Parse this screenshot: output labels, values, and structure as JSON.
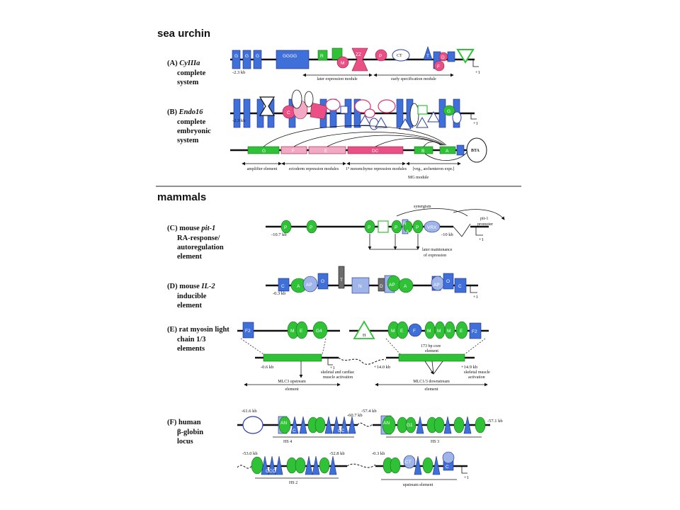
{
  "headers": {
    "sea_urchin": "sea urchin",
    "mammals": "mammals"
  },
  "panels": {
    "A": {
      "letter": "(A)",
      "gene": "CyIIIa",
      "desc_lines": [
        "complete",
        "system"
      ],
      "coord_left": "-2.3 kb",
      "tss": "+1",
      "modules": [
        "later expression module",
        "early specification module"
      ],
      "site_labels": [
        "G",
        "G",
        "G",
        "GGGG",
        "R",
        "M",
        "ZZ",
        "P",
        "CT",
        "T",
        "D",
        "F"
      ]
    },
    "B": {
      "letter": "(B)",
      "gene": "Endo16",
      "desc_lines": [
        "complete",
        "embryonic",
        "system"
      ],
      "coord_left": "-2.3 kb",
      "tss": "+1",
      "segments": [
        "G",
        "F",
        "E",
        "DC",
        "B",
        "A"
      ],
      "bta": "BTA",
      "modules": [
        "amplifier element",
        "ectoderm repression modules",
        "1° mesenchyme repression modules",
        "[veg., archenteron expr.]"
      ],
      "mg_module": "MG module",
      "site_labels": [
        "C",
        "G",
        "Gt"
      ]
    },
    "C": {
      "letter": "(C)",
      "gene": "pit-1",
      "prefix": "mouse",
      "desc_lines": [
        "RA-response/",
        "autoregulation",
        "element"
      ],
      "coord_left": "-10.7 kb",
      "coord_right": "-10 kb",
      "synergism": "synergism",
      "promoter": [
        "pit-1",
        "promoter"
      ],
      "tss": "+1",
      "maintenance": [
        "later maintenance",
        "of expression"
      ],
      "site_labels": [
        "P",
        "P",
        "P",
        "P",
        "R",
        "A",
        "P",
        "VRX"
      ]
    },
    "D": {
      "letter": "(D)",
      "gene": "IL-2",
      "prefix": "mouse",
      "desc_lines": [
        "inducible",
        "element"
      ],
      "coord_left": "-0.3 kb",
      "tss": "+1",
      "site_labels": [
        "C",
        "A",
        "AP",
        "O",
        "T",
        "N",
        "D",
        "AP",
        "A",
        "AP",
        "O",
        "C"
      ]
    },
    "E": {
      "letter": "(E)",
      "title_rest": "rat myosin light",
      "desc_lines": [
        "chain 1/3",
        "elements"
      ],
      "coord_left": "-0.6 kb",
      "tss": "+1",
      "coord_mid": "+14.0 kb",
      "coord_right": "+14.9 kb",
      "core": [
        "173 bp core",
        "element"
      ],
      "upstream": [
        "MLC3 upstream",
        "element"
      ],
      "upstream_act": [
        "skeletal and cardiac",
        "muscle activation"
      ],
      "downstream": [
        "MLC1/3 downstream",
        "element"
      ],
      "downstream_act": [
        "skeletal muscle",
        "activation"
      ],
      "site_labels": [
        "F2",
        "M",
        "E",
        "G4",
        "H",
        "M",
        "E",
        "F",
        "M",
        "M",
        "M",
        "E",
        "F2"
      ]
    },
    "F": {
      "letter": "(F)",
      "prefix": "human",
      "desc_lines": [
        "β-globin",
        "locus"
      ],
      "coords": [
        "-61.6 kb",
        "-60.7 kb",
        "-57.4 kb",
        "-57.1 kb",
        "-53.0 kb",
        "-52.8 kb",
        "-0.3 kb",
        "+1"
      ],
      "hs_labels": [
        "HS 4",
        "HS 3",
        "HS 2",
        "upstream element"
      ],
      "site_labels": [
        "AN",
        "C",
        "G1",
        "CC",
        "AN",
        "G1",
        "C",
        "C",
        "G1",
        "CCC",
        "CT",
        "C"
      ]
    }
  },
  "colors": {
    "blue": "#3f6fd8",
    "green": "#30c236",
    "pink": "#ea4f86",
    "light_pink": "#f3a8c4",
    "gray": "#6d6d6d"
  }
}
